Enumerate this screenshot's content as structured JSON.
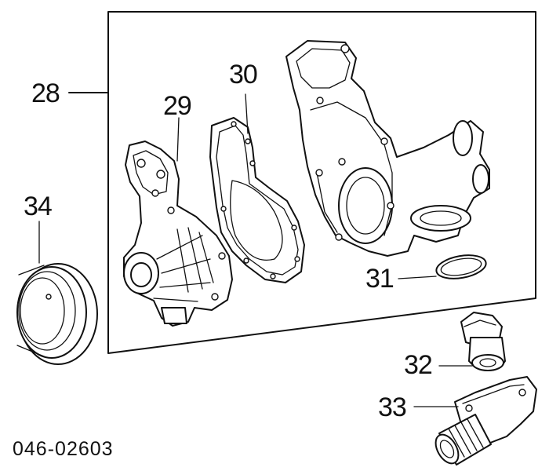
{
  "diagram": {
    "reference_code": "046-02603",
    "callouts": {
      "c28": "28",
      "c29": "29",
      "c30": "30",
      "c31": "31",
      "c32": "32",
      "c33": "33",
      "c34": "34"
    }
  }
}
